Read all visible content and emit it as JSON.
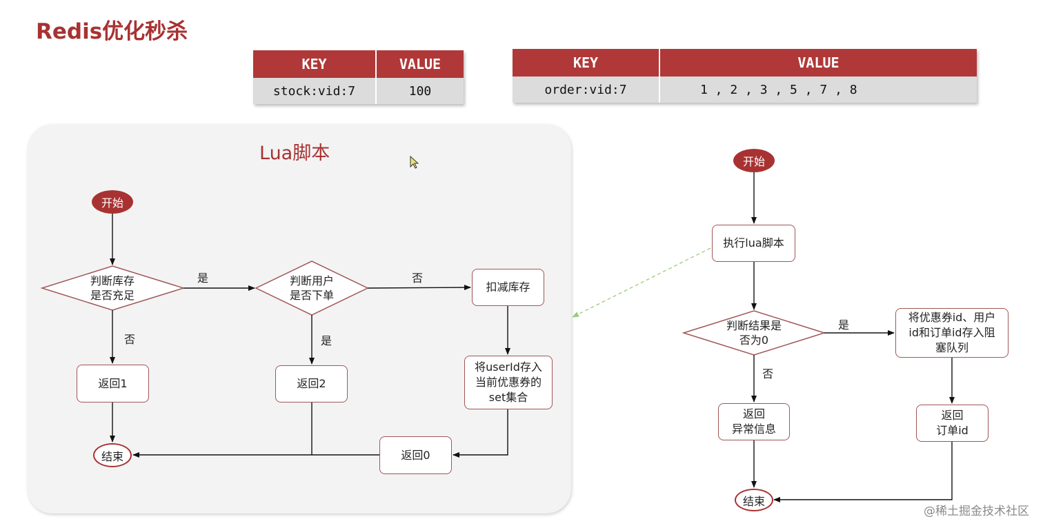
{
  "title": "Redis优化秒杀",
  "stock_table": {
    "headers": [
      "KEY",
      "VALUE"
    ],
    "row": [
      "stock:vid:7",
      "100"
    ]
  },
  "order_table": {
    "headers": [
      "KEY",
      "VALUE"
    ],
    "row": [
      "order:vid:7",
      "1 , 2 , 3 , 5 , 7 , 8"
    ]
  },
  "lua_panel": {
    "title": "Lua脚本",
    "start": "开始",
    "check_stock": "判断库存\n是否充足",
    "check_user": "判断用户\n是否下单",
    "deduct": "扣减库存",
    "save_user": "将userId存入\n当前优惠券的\nset集合",
    "return1": "返回1",
    "return2": "返回2",
    "return0": "返回0",
    "end": "结束",
    "yes1": "是",
    "no1": "否",
    "no2": "否",
    "yes2": "是"
  },
  "main_flow": {
    "start": "开始",
    "exec": "执行lua脚本",
    "check_result": "判断结果是\n否为0",
    "enqueue": "将优惠券id、用户\nid和订单id存入阻\n塞队列",
    "return_error": "返回\n异常信息",
    "return_order": "返回\n订单id",
    "end": "结束",
    "yes": "是",
    "no": "否"
  },
  "watermark": "@稀土掘金技术社区",
  "colors": {
    "accent": "#a83232",
    "header": "#b03838",
    "cell": "#dcdcdc"
  }
}
